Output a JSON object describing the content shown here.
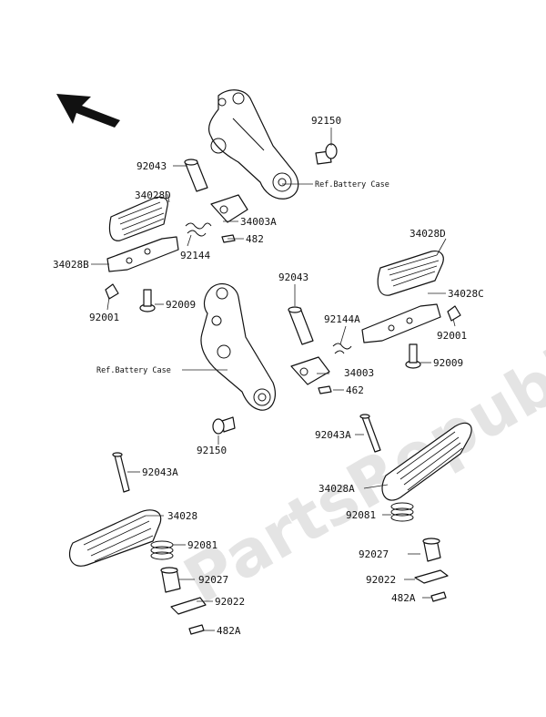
{
  "watermark": "PartsRepublik",
  "refs": {
    "upper": "Ref.Battery Case",
    "lower": "Ref.Battery Case"
  },
  "labels": {
    "p92150_top": "92150",
    "p92043_top": "92043",
    "p34028D_left": "34028D",
    "p34003A": "34003A",
    "p482": "482",
    "p92144": "92144",
    "p34028B": "34028B",
    "p92001_left": "92001",
    "p92009_left": "92009",
    "p34028D_right": "34028D",
    "p34028C": "34028C",
    "p92001_right": "92001",
    "p92009_right": "92009",
    "p92043_mid": "92043",
    "p92144A": "92144A",
    "p34003": "34003",
    "p462": "462",
    "p92150_bottom": "92150",
    "p92043A_right": "92043A",
    "p34028A": "34028A",
    "p92081_right": "92081",
    "p92027_right": "92027",
    "p92022_right": "92022",
    "p482A_right": "482A",
    "p92043A_left": "92043A",
    "p34028": "34028",
    "p92081_left": "92081",
    "p92027_left": "92027",
    "p92022_left": "92022",
    "p482A_left": "482A"
  },
  "icons": {
    "direction": "front-arrow-icon"
  }
}
